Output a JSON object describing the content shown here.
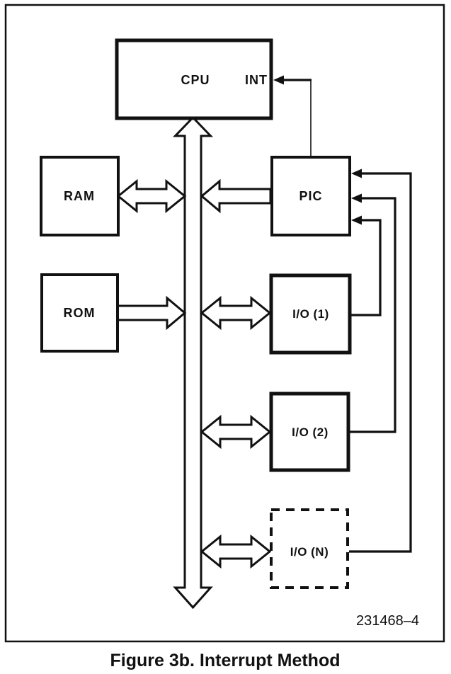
{
  "figure": {
    "caption": "Figure 3b. Interrupt Method",
    "part_number": "231468–4"
  },
  "diagram": {
    "type": "block-diagram",
    "nodes": {
      "cpu": {
        "label": "CPU",
        "int_port": "INT",
        "border": "solid"
      },
      "ram": {
        "label": "RAM",
        "border": "solid"
      },
      "rom": {
        "label": "ROM",
        "border": "solid"
      },
      "pic": {
        "label": "PIC",
        "border": "solid"
      },
      "io1": {
        "label": "I/O (1)",
        "border": "solid"
      },
      "io2": {
        "label": "I/O (2)",
        "border": "solid"
      },
      "ion": {
        "label": "I/O (N)",
        "border": "dashed"
      }
    },
    "bus": {
      "orientation": "vertical",
      "style": "hollow double-headed arrow",
      "connects_top": "cpu"
    },
    "edges": [
      {
        "from": "ram",
        "to": "bus",
        "style": "hollow arrow",
        "heads": "both"
      },
      {
        "from": "bus",
        "to": "pic",
        "style": "hollow arrow",
        "heads": "bus-side"
      },
      {
        "from": "rom",
        "to": "bus",
        "style": "hollow arrow",
        "heads": "bus-side"
      },
      {
        "from": "bus",
        "to": "io1",
        "style": "hollow arrow",
        "heads": "both"
      },
      {
        "from": "bus",
        "to": "io2",
        "style": "hollow arrow",
        "heads": "both"
      },
      {
        "from": "bus",
        "to": "ion",
        "style": "hollow arrow",
        "heads": "both"
      },
      {
        "from": "pic",
        "to": "cpu",
        "port": "INT",
        "style": "line",
        "heads": "cpu-side"
      },
      {
        "from": "io1",
        "to": "pic",
        "style": "line",
        "heads": "pic-side"
      },
      {
        "from": "io2",
        "to": "pic",
        "style": "line",
        "heads": "pic-side"
      },
      {
        "from": "ion",
        "to": "pic",
        "style": "line",
        "heads": "pic-side"
      }
    ]
  },
  "colors": {
    "ink": "#111111",
    "paper": "#ffffff"
  }
}
